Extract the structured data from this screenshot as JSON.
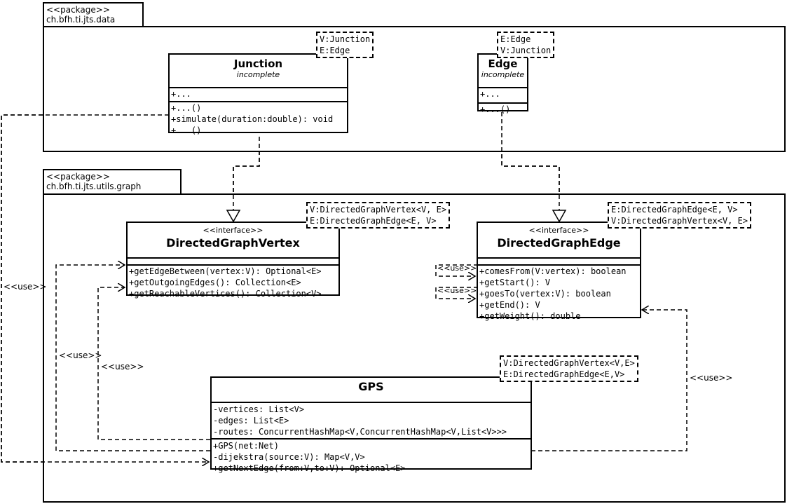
{
  "packages": [
    {
      "stereotype": "<<package>>",
      "name": "ch.bfh.ti.jts.data"
    },
    {
      "stereotype": "<<package>>",
      "name": "ch.bfh.ti.jts.utils.graph"
    }
  ],
  "classes": {
    "junction": {
      "name": "Junction",
      "subtitle": "incomplete",
      "template": [
        "V:Junction",
        "E:Edge"
      ],
      "attributes": [
        "+..."
      ],
      "operations": [
        "+...()",
        "+simulate(duration:double): void",
        "+...()"
      ]
    },
    "edge": {
      "name": "Edge",
      "subtitle": "incomplete",
      "template": [
        "E:Edge",
        "V:Junction"
      ],
      "attributes": [
        "+..."
      ],
      "operations": [
        "+...()"
      ]
    },
    "vertex": {
      "stereotype": "<<interface>>",
      "name": "DirectedGraphVertex",
      "template": [
        "V:DirectedGraphVertex<V, E>",
        "E:DirectedGraphEdge<E, V>"
      ],
      "operations": [
        "+getEdgeBetween(vertex:V): Optional<E>",
        "+getOutgoingEdges(): Collection<E>",
        "+getReachableVertices(): Collection<V>"
      ]
    },
    "graphedge": {
      "stereotype": "<<interface>>",
      "name": "DirectedGraphEdge",
      "template": [
        "E:DirectedGraphEdge<E, V>",
        "V:DirectedGraphVertex<V, E>"
      ],
      "operations": [
        "+comesFrom(V:vertex): boolean",
        "+getStart(): V",
        "+goesTo(vertex:V): boolean",
        "+getEnd(): V",
        "+getWeight(): double"
      ]
    },
    "gps": {
      "name": "GPS",
      "template": [
        "V:DirectedGraphVertex<V,E>",
        "E:DirectedGraphEdge<E,V>"
      ],
      "attributes": [
        "-vertices: List<V>",
        "-edges: List<E>",
        "-routes: ConcurrentHashMap<V,ConcurrentHashMap<V,List<V>>>"
      ],
      "operations": [
        "+GPS(net:Net)",
        "-dijekstra(source:V): Map<V,V>",
        "+getNextEdge(from:V,to:V): Optional<E>"
      ]
    }
  },
  "relations": {
    "use_label": "<<use>>"
  }
}
